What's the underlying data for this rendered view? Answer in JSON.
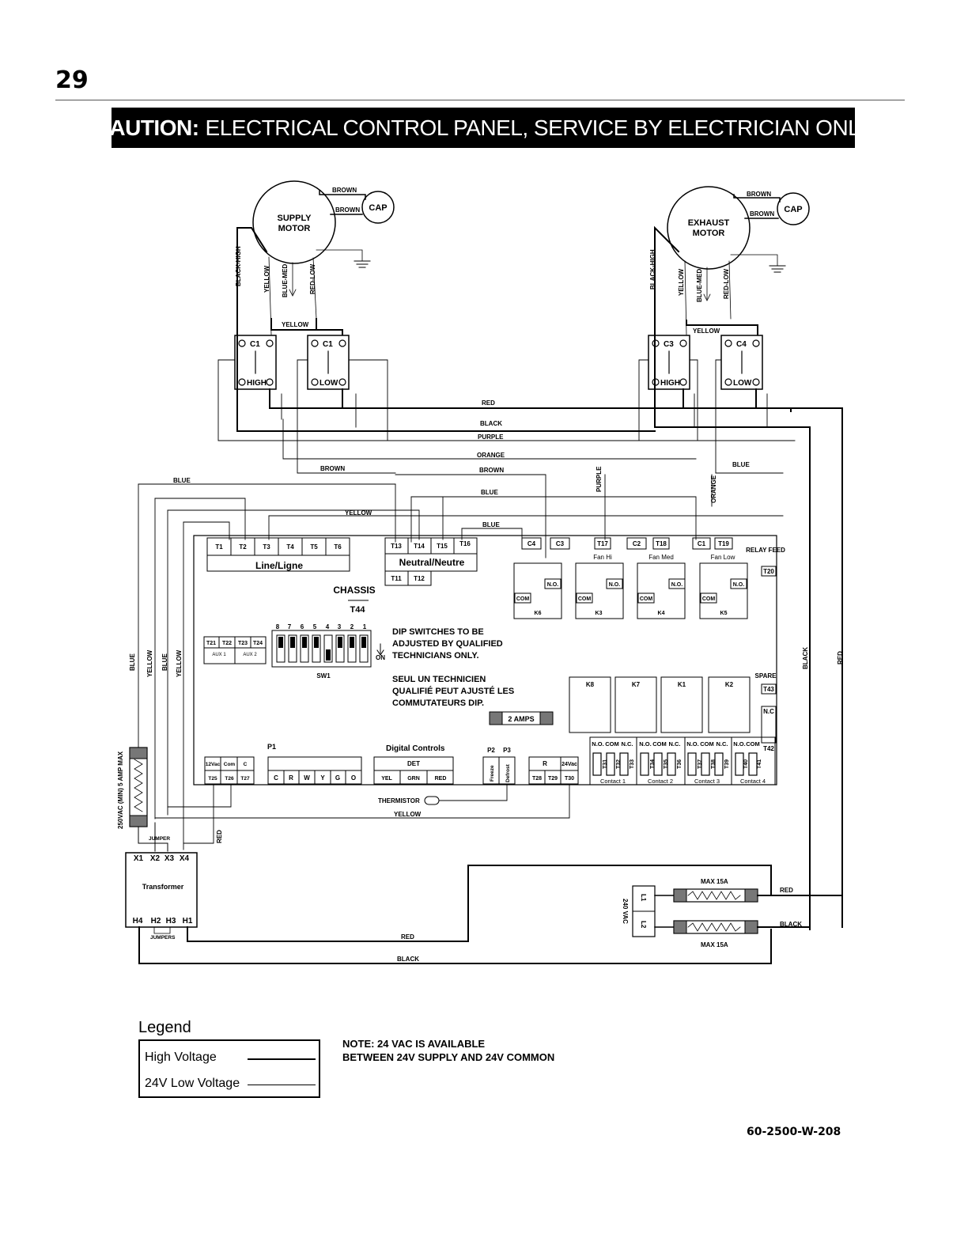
{
  "page_number": "29",
  "banner": {
    "bold": "CAUTION:",
    "rest": "ELECTRICAL CONTROL PANEL, SERVICE BY ELECTRICIAN ONLY"
  },
  "motors": {
    "supply": {
      "line1": "SUPPLY",
      "line2": "MOTOR",
      "cap": "CAP",
      "brown1": "BROWN",
      "brown2": "BROWN",
      "leads": [
        "BLACK-HIGH",
        "YELLOW",
        "BLUE-MED",
        "RED-LOW"
      ],
      "yellow": "YELLOW"
    },
    "exhaust": {
      "line1": "EXHAUST",
      "line2": "MOTOR",
      "cap": "CAP",
      "brown1": "BROWN",
      "brown2": "BROWN",
      "leads": [
        "BLACK-HIGH",
        "YELLOW",
        "BLUE-MED",
        "RED-LOW"
      ],
      "yellow": "YELLOW"
    }
  },
  "contactors": [
    {
      "top": "C1",
      "bottom": "HIGH"
    },
    {
      "top": "C1",
      "bottom": "LOW"
    },
    {
      "top": "C3",
      "bottom": "HIGH"
    },
    {
      "top": "C4",
      "bottom": "LOW"
    }
  ],
  "bus_labels": {
    "red": "RED",
    "black": "BLACK",
    "purple": "PURPLE",
    "orange": "ORANGE",
    "brown_left": "BROWN",
    "brown": "BROWN",
    "blue_right": "BLUE",
    "blue_top": "BLUE",
    "blue": "BLUE",
    "yellow": "YELLOW",
    "blue2": "BLUE",
    "purple_v": "PURPLE",
    "orange_v": "ORANGE"
  },
  "terminals": {
    "line": [
      "T1",
      "T2",
      "T3",
      "T4",
      "T5",
      "T6"
    ],
    "line_label": "Line/Ligne",
    "neutral_top": [
      "T13",
      "T14",
      "T15",
      "T16"
    ],
    "neutral_label": "Neutral/Neutre",
    "neutral_bottom": [
      "T11",
      "T12"
    ],
    "chassis": "CHASSIS",
    "t44": "T44",
    "relay_row": [
      "C4",
      "C3",
      "T17",
      "C2",
      "T18",
      "C1",
      "T19"
    ],
    "fan_labels": [
      "Fan Hi",
      "Fan Med",
      "Fan Low"
    ],
    "relay_feed": "RELAY FEED",
    "t20": "T20",
    "aux": [
      "T21",
      "T22",
      "T23",
      "T24"
    ],
    "aux_labels": [
      "AUX 1",
      "AUX 2"
    ],
    "spare": "SPARE",
    "t43": "T43",
    "nc": "N.C",
    "t42": "T42"
  },
  "relays": [
    {
      "name": "K6",
      "com": "COM",
      "no": "N.O."
    },
    {
      "name": "K3",
      "com": "COM",
      "no": "N.O."
    },
    {
      "name": "K4",
      "com": "COM",
      "no": "N.O."
    },
    {
      "name": "K5",
      "com": "COM",
      "no": "N.O."
    }
  ],
  "dip": {
    "numbers": [
      "8",
      "7",
      "6",
      "5",
      "4",
      "3",
      "2",
      "1"
    ],
    "sw": "SW1",
    "on": "ON",
    "warning_en": [
      "DIP SWITCHES TO BE",
      "ADJUSTED BY QUALIFIED",
      "TECHNICIANS ONLY."
    ],
    "warning_fr": [
      "SEUL UN TECHNICIEN",
      "QUALIFIÉ PEUT AJUSTÉ LES",
      "COMMUTATEURS DIP."
    ]
  },
  "fuse_board": "2 AMPS",
  "k_relays": [
    "K8",
    "K7",
    "K1",
    "K2"
  ],
  "contacts": [
    {
      "heads": [
        "N.O.",
        "COM",
        "N.C."
      ],
      "terms": [
        "T31",
        "T32",
        "T33"
      ],
      "label": "Contact 1"
    },
    {
      "heads": [
        "N.O.",
        "COM",
        "N.C."
      ],
      "terms": [
        "T34",
        "T35",
        "T36"
      ],
      "label": "Contact 2"
    },
    {
      "heads": [
        "N.O.",
        "COM",
        "N.C."
      ],
      "terms": [
        "T37",
        "T38",
        "T39"
      ],
      "label": "Contact 3"
    },
    {
      "heads": [
        "N.O.",
        "COM"
      ],
      "terms": [
        "T40",
        "T41"
      ],
      "label": "Contact 4"
    }
  ],
  "low_voltage": {
    "p1": "P1",
    "heads": [
      "12Vac",
      "Com",
      "C"
    ],
    "terms": [
      "T25",
      "T26",
      "T27"
    ],
    "p1_pins": [
      "C",
      "R",
      "W",
      "Y",
      "G",
      "O"
    ],
    "digital": "Digital Controls",
    "det": "DET",
    "det_pins": [
      "YEL",
      "GRN",
      "RED"
    ],
    "p2": "P2",
    "p3": "P3",
    "freeze": "Freeze",
    "defrost": "Defrost",
    "r": "R",
    "vac": "24Vac",
    "r_terms": [
      "T28",
      "T29",
      "T30"
    ],
    "thermistor": "THERMISTOR",
    "yellow": "YELLOW"
  },
  "left_wires": {
    "blue": "BLUE",
    "yellow": "YELLOW",
    "blue2": "BLUE",
    "yellow2": "YELLOW",
    "fuse": "250VAC (MIN) 5 AMP MAX",
    "jumper": "JUMPER",
    "red": "RED"
  },
  "transformer": {
    "top": [
      "X1",
      "X2",
      "X3",
      "X4"
    ],
    "name": "Transformer",
    "bottom": [
      "H4",
      "H2",
      "H3",
      "H1"
    ],
    "jumpers": "JUMPERS",
    "red": "RED",
    "black": "BLACK"
  },
  "power_in": {
    "max1": "MAX 15A",
    "max2": "MAX 15A",
    "l1": "L1",
    "l2": "L2",
    "vac": "240 VAC",
    "red": "RED",
    "black": "BLACK",
    "black_v": "BLACK",
    "red_v": "RED"
  },
  "legend": {
    "title": "Legend",
    "high": "High Voltage",
    "low": "24V Low Voltage"
  },
  "note": [
    "NOTE: 24 VAC IS AVAILABLE",
    "BETWEEN 24V SUPPLY AND 24V COMMON"
  ],
  "doc_code": "60-2500-W-208"
}
